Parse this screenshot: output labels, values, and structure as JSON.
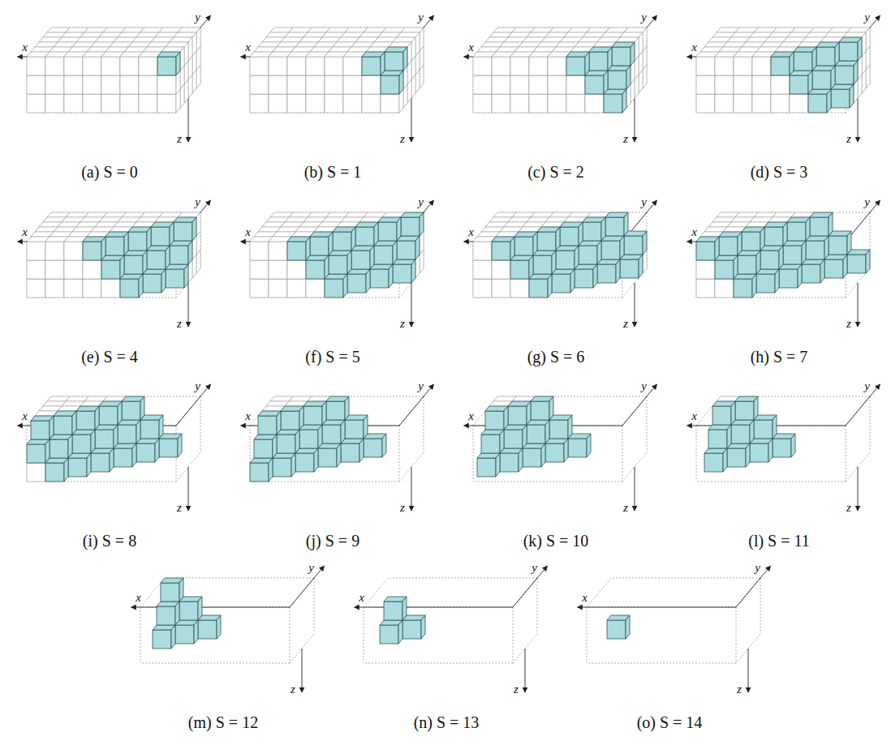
{
  "diagram": {
    "labels": [
      "x",
      "y",
      "z",
      "(a) S = 0",
      "x",
      "y",
      "z",
      "(b) S = 1",
      "x",
      "y",
      "z",
      "(c) S = 2",
      "x",
      "y",
      "z",
      "(d) S = 3",
      "x",
      "y",
      "z",
      "(e) S = 4",
      "x",
      "y",
      "z",
      "(f) S = 5",
      "x",
      "y",
      "z",
      "(g) S = 6",
      "x",
      "y",
      "z",
      "(h) S = 7",
      "x",
      "y",
      "z",
      "(i) S = 8",
      "x",
      "y",
      "z",
      "(j) S = 9",
      "x",
      "y",
      "z",
      "(k) S = 10",
      "x",
      "y",
      "z",
      "(l) S = 11",
      "x",
      "y",
      "z",
      "(m) S = 12",
      "x",
      "y",
      "z",
      "(n) S = 13",
      "x",
      "y",
      "z",
      "(o) S = 14"
    ]
  }
}
